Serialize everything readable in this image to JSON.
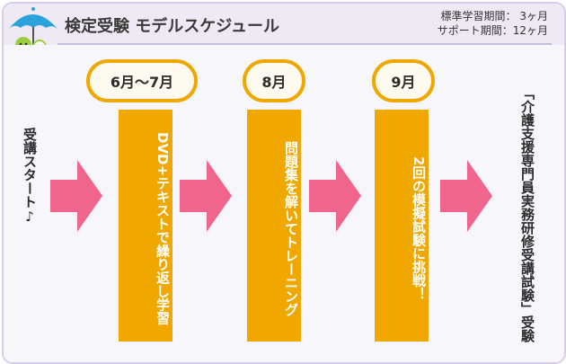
{
  "header": {
    "title": "検定受験 モデルスケジュール",
    "info_line1": "標準学習期間： 3ヶ月",
    "info_line2": "サポート期間：12ヶ月"
  },
  "start_label": "受講スタート♪",
  "steps": [
    {
      "period": "6月〜7月",
      "text": "DVD+テキストで繰り返し学習"
    },
    {
      "period": "8月",
      "text": "問題集を解いてトレーニング"
    },
    {
      "period": "9月",
      "text": "2回の模擬試験に挑戦！"
    }
  ],
  "final_label": "「介護支援専門員実務研修受講試験」受験",
  "colors": {
    "accent": "#f0a800",
    "arrow": "#f0658c",
    "header_bg": "#eee9f4"
  },
  "icons": {
    "logo": "umbrella-mascot-icon"
  }
}
